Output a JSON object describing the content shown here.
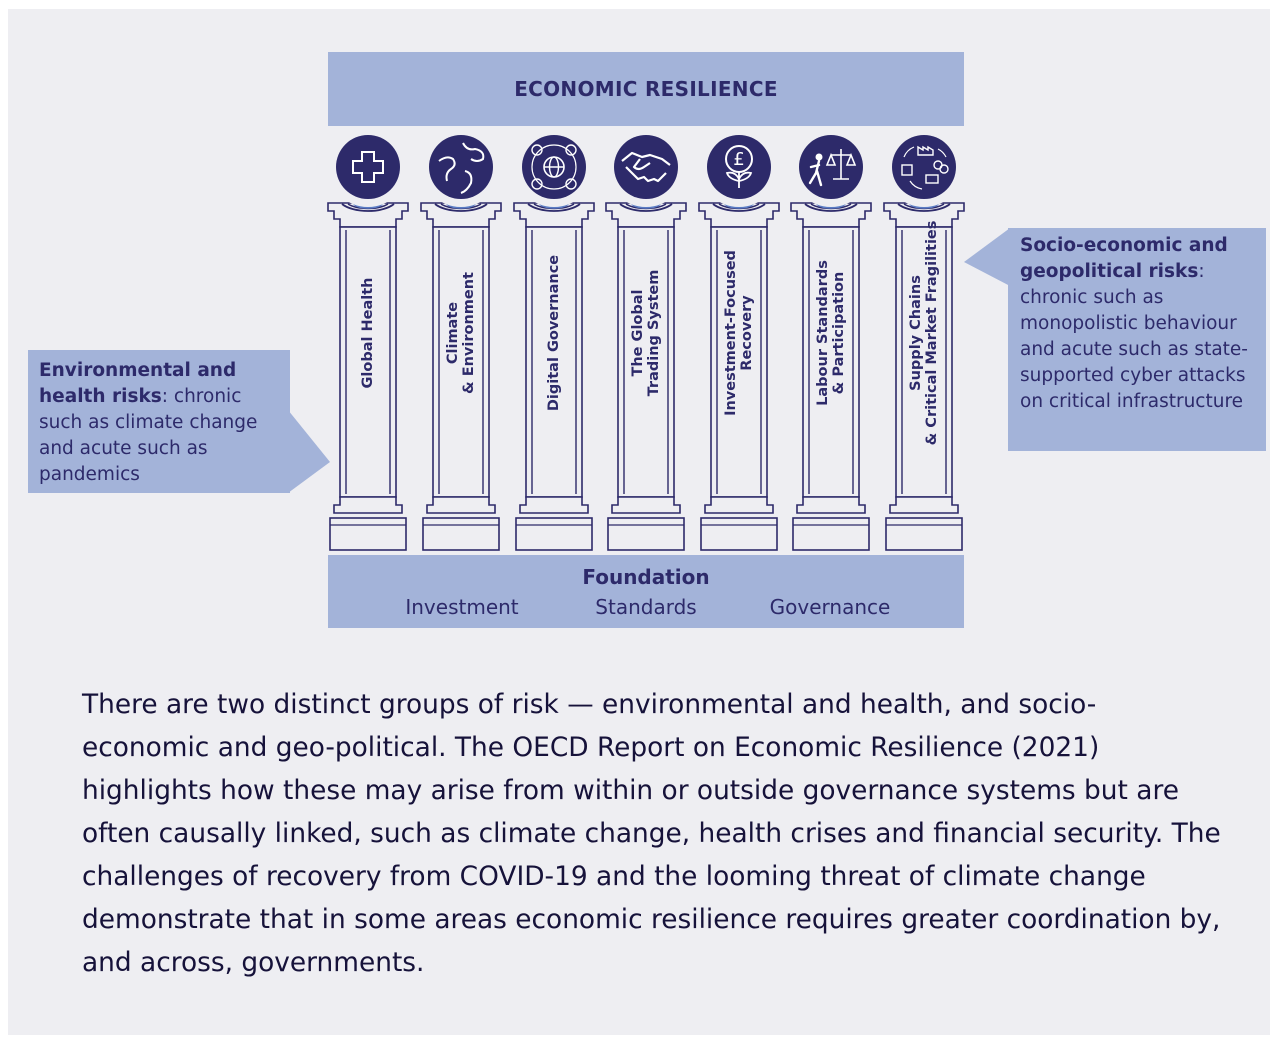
{
  "roof": {
    "title": "ECONOMIC RESILIENCE"
  },
  "pillars": [
    {
      "label": "Global Health",
      "icon": "medical-cross-icon"
    },
    {
      "label": "Climate\n& Environment",
      "icon": "globe-icon"
    },
    {
      "label": "Digital Governance",
      "icon": "network-globe-icon"
    },
    {
      "label": "The Global\nTrading System",
      "icon": "handshake-icon"
    },
    {
      "label": "Investment-Focused\nRecovery",
      "icon": "pound-coin-plant-icon"
    },
    {
      "label": "Labour Standards\n& Participation",
      "icon": "worker-scales-icon"
    },
    {
      "label": "Supply Chains\n& Critical Market Fragilities",
      "icon": "supply-chain-icon"
    }
  ],
  "foundation": {
    "title": "Foundation",
    "items": [
      "Investment",
      "Standards",
      "Governance"
    ]
  },
  "callouts": {
    "left": {
      "bold": "Environmental and health risks",
      "text": ": chronic such as climate change and acute such as pandemics"
    },
    "right": {
      "bold": "Socio-economic and geopolitical risks",
      "text": ": chronic such as monopolistic behaviour and acute such as state-supported cyber attacks on critical infrastructure"
    }
  },
  "body": "There are two distinct groups of risk — environmental and health, and socio-economic and geo-political. The OECD Report on Economic Resilience (2021) highlights how these may arise from within or outside governance systems but are often causally linked, such as climate change, health crises and financial security. The challenges of recovery from COVID-19 and the looming threat of climate change demonstrate that in some areas economic resilience requires greater coordination by, and across, governments.",
  "colors": {
    "navy": "#2d2a6a",
    "light_blue": "#a3b3d9",
    "panel": "#eeeef2",
    "arc_blue": "#5b7cc4"
  }
}
